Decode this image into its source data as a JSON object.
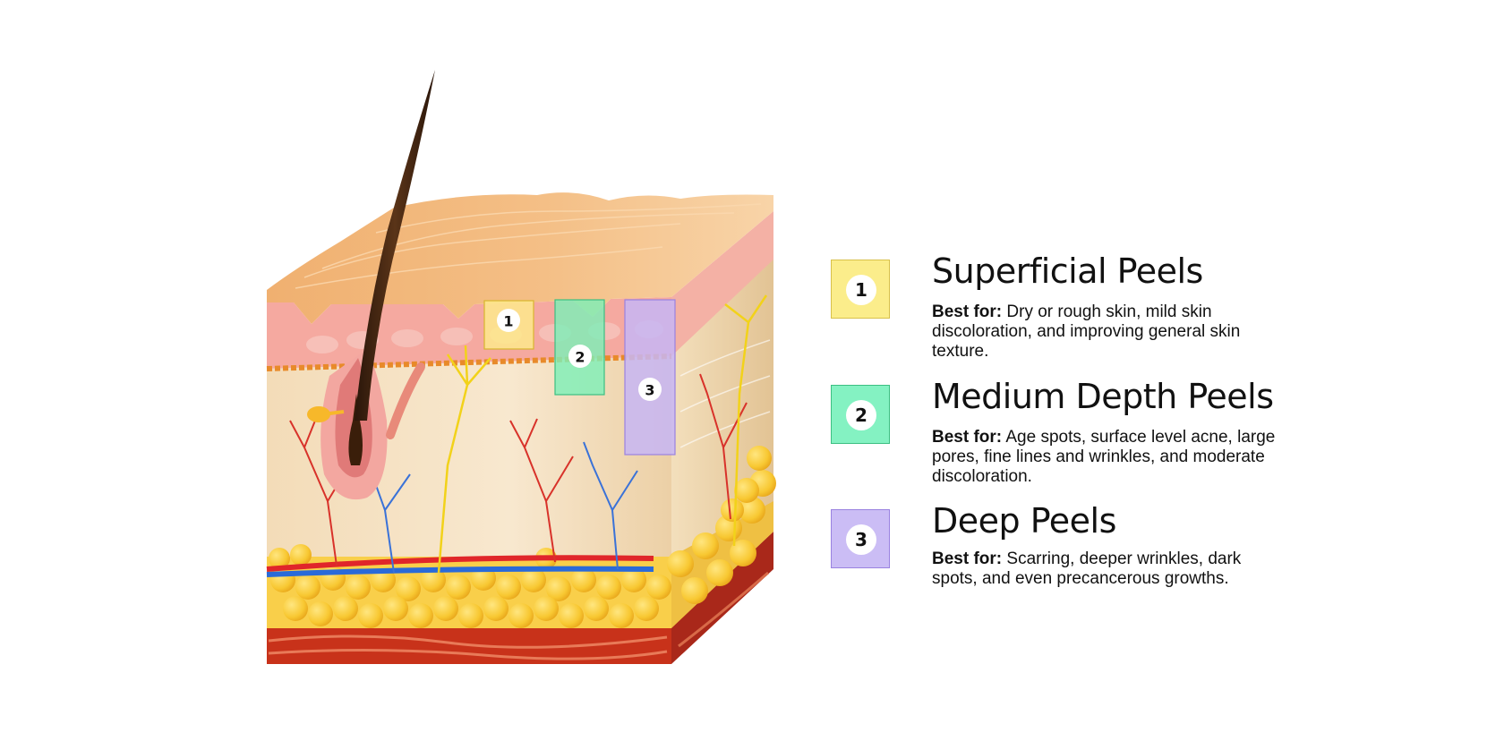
{
  "peel_markers": [
    {
      "number": "1",
      "color": "#fde98c"
    },
    {
      "number": "2",
      "color": "#7cf0b8"
    },
    {
      "number": "3",
      "color": "#c7b6f4"
    }
  ],
  "legend": [
    {
      "number": "1",
      "title": "Superficial Peels",
      "best_for_label": "Best for:",
      "description": "Dry or rough skin, mild skin discoloration, and improving general skin texture.",
      "color": "#fbed8b"
    },
    {
      "number": "2",
      "title": "Medium Depth Peels",
      "best_for_label": "Best for:",
      "description": "Age spots, surface level acne, large pores, fine lines and wrinkles, and moderate discoloration.",
      "color": "#84f2c2"
    },
    {
      "number": "3",
      "title": "Deep Peels",
      "best_for_label": "Best for:",
      "description": "Scarring, deeper wrinkles, dark spots, and even precancerous growths.",
      "color": "#cbbdf5"
    }
  ]
}
